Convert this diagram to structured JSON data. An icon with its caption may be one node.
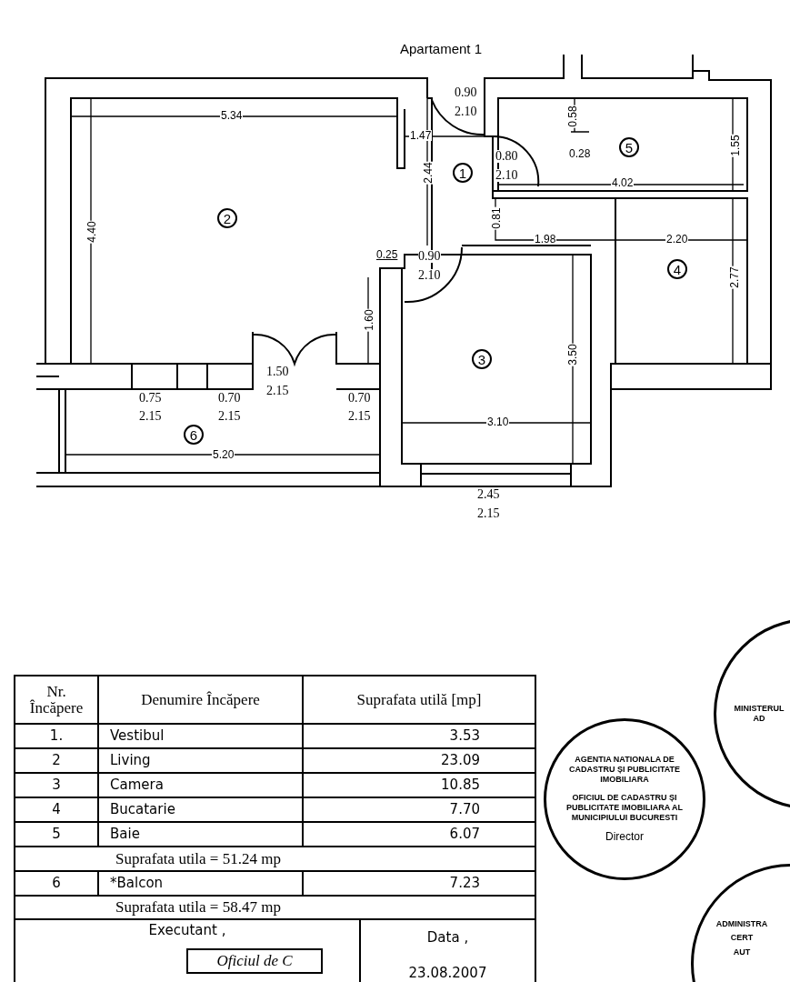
{
  "diagram": {
    "title": "Apartament 1",
    "nodes": [
      {
        "text": [
          "AGENTIA NATIONALA DE CADASTRU ȘI PUBLICITATE IMOBILIARA",
          "OFICIUL DE CADASTRU ȘI PUBLICITATE IMOBILIARA AL MUNICIPIULUI BUCURESTI",
          "Director"
        ]
      },
      {
        "text": [
          "MINISTERUL AD"
        ]
      },
      {
        "text": [
          "ADMINISTRA",
          "CERT",
          "AUT"
        ]
      },
      {
        "text": [
          "Oficiul de C"
        ]
      }
    ],
    "labels": [
      "0.90",
      "2.10",
      "5.34",
      "1.47",
      "4.40",
      "2.44",
      "1",
      "0.58",
      "0.28",
      "5",
      "1.55",
      "0.80",
      "2.10",
      "4.02",
      "2",
      "0.81",
      "1.98",
      "2.20",
      "4",
      "2.77",
      "0.25",
      "0.90",
      "2.10",
      "1.60",
      "3",
      "3.50",
      "1.50",
      "2.15",
      "0.75",
      "2.15",
      "0.70",
      "2.15",
      "0.70",
      "2.15",
      "6",
      "3.10",
      "5.20",
      "2.45",
      "2.15",
      "Nr. Încăpere",
      "Denumire Încăpere",
      "Suprafata utilă [mp]",
      "1.",
      "Vestibul",
      "3.53",
      "2",
      "Living",
      "23.09",
      "3",
      "Camera",
      "10.85",
      "4",
      "Bucatarie",
      "7.70",
      "5",
      "Baie",
      "6.07",
      "Suprafata utila = 51.24 mp",
      "6",
      "*Balcon",
      "7.23",
      "Suprafata utila = 58.47 mp",
      "Executant ,",
      "Data ,",
      "23.08.2007"
    ]
  }
}
